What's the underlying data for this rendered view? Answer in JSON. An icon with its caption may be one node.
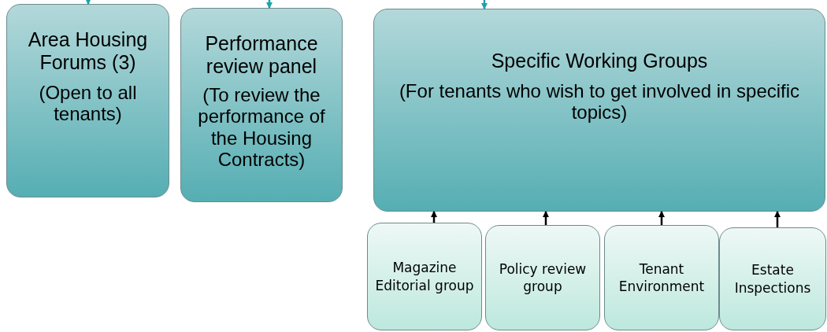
{
  "diagram": {
    "nodes": [
      {
        "text": [
          "Area Housing Forums (3)",
          "(Open to all tenants)"
        ]
      },
      {
        "text": [
          "Performance review panel",
          "(To review the performance of the Housing Contracts)"
        ]
      },
      {
        "text": [
          "Specific Working Groups",
          "(For tenants who wish to get involved in specific topics)"
        ]
      },
      {
        "text": [
          "Magazine Editorial group"
        ]
      },
      {
        "text": [
          "Policy review group"
        ]
      },
      {
        "text": [
          "Tenant Environment"
        ]
      },
      {
        "text": [
          "Estate Inspections"
        ]
      }
    ],
    "edges": [
      {
        "from": null,
        "to": 0,
        "arrow": "to",
        "color": "#1aa3a8"
      },
      {
        "from": null,
        "to": 1,
        "arrow": "to",
        "color": "#1aa3a8"
      },
      {
        "from": null,
        "to": 2,
        "arrow": "to",
        "color": "#1aa3a8"
      },
      {
        "from": 3,
        "to": 2,
        "arrow": "to"
      },
      {
        "from": 4,
        "to": 2,
        "arrow": "to"
      },
      {
        "from": 5,
        "to": 2,
        "arrow": "to"
      },
      {
        "from": 6,
        "to": 2,
        "arrow": "to"
      }
    ]
  }
}
